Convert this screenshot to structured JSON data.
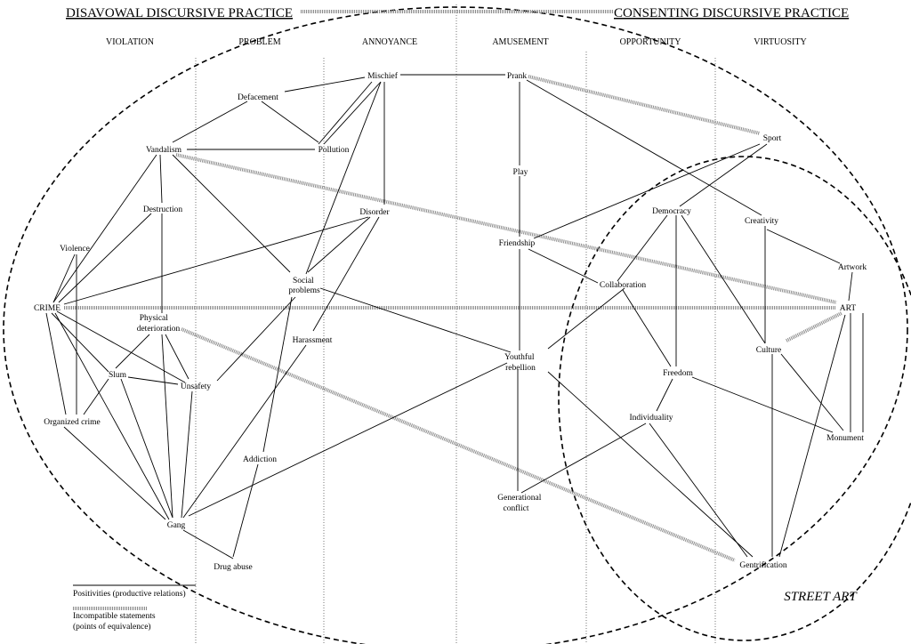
{
  "headers": {
    "left": "DISAVOWAL DISCURSIVE PRACTICE",
    "right": "CONSENTING DISCURSIVE PRACTICE"
  },
  "columns": [
    "VIOLATION",
    "PROBLEM",
    "ANNOYANCE",
    "AMUSEMENT",
    "OPPORTUNITY",
    "VIRTUOSITY"
  ],
  "nodes": {
    "mischief": "Mischief",
    "prank": "Prank",
    "defacement": "Defacement",
    "pollution": "Pollution",
    "vandalism": "Vandalism",
    "sport": "Sport",
    "play": "Play",
    "destruction": "Destruction",
    "disorder": "Disorder",
    "democracy": "Democracy",
    "creativity": "Creativity",
    "violence": "Violence",
    "friendship": "Friendship",
    "artwork": "Artwork",
    "social_problems_1": "Social",
    "social_problems_2": "problems",
    "collaboration": "Collaboration",
    "crime": "CRIME",
    "art": "ART",
    "physical_det_1": "Physical",
    "physical_det_2": "deterioration",
    "harassment": "Harassment",
    "culture": "Culture",
    "youthful_1": "Youthful",
    "youthful_2": "rebellion",
    "slum": "Slum",
    "unsafety": "Unsafety",
    "freedom": "Freedom",
    "individuality": "Individuality",
    "organized_crime": "Organized crime",
    "monument": "Monument",
    "addiction": "Addiction",
    "generational_1": "Generational",
    "generational_2": "conflict",
    "gang": "Gang",
    "drug_abuse": "Drug abuse",
    "gentrification": "Gentrification"
  },
  "street_art_label": "STREET ART",
  "legend": {
    "positivities": "Positivities (productive relations)",
    "incompatible_1": "Incompatible statements",
    "incompatible_2": "(points of equivalence)"
  }
}
